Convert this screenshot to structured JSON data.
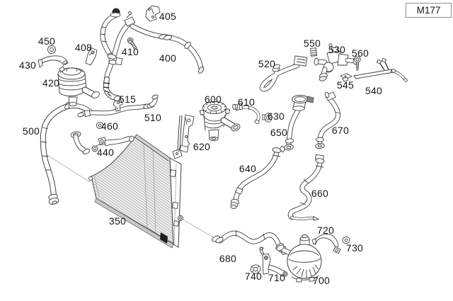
{
  "diagram": {
    "model_code": "M177",
    "callouts": {
      "c350": "350",
      "c400": "400",
      "c405": "405",
      "c408": "408",
      "c410": "410",
      "c420": "420",
      "c430": "430",
      "c440": "440",
      "c450": "450",
      "c460": "460",
      "c500": "500",
      "c510": "510",
      "c515": "515",
      "c520": "520",
      "c530": "530",
      "c540": "540",
      "c545": "545",
      "c550": "550",
      "c560": "560",
      "c600": "600",
      "c610": "610",
      "c620": "620",
      "c630": "630",
      "c640": "640",
      "c650": "650",
      "c660": "660",
      "c670": "670",
      "c680": "680",
      "c700": "700",
      "c710": "710",
      "c720": "720",
      "c730": "730",
      "c740": "740"
    }
  }
}
